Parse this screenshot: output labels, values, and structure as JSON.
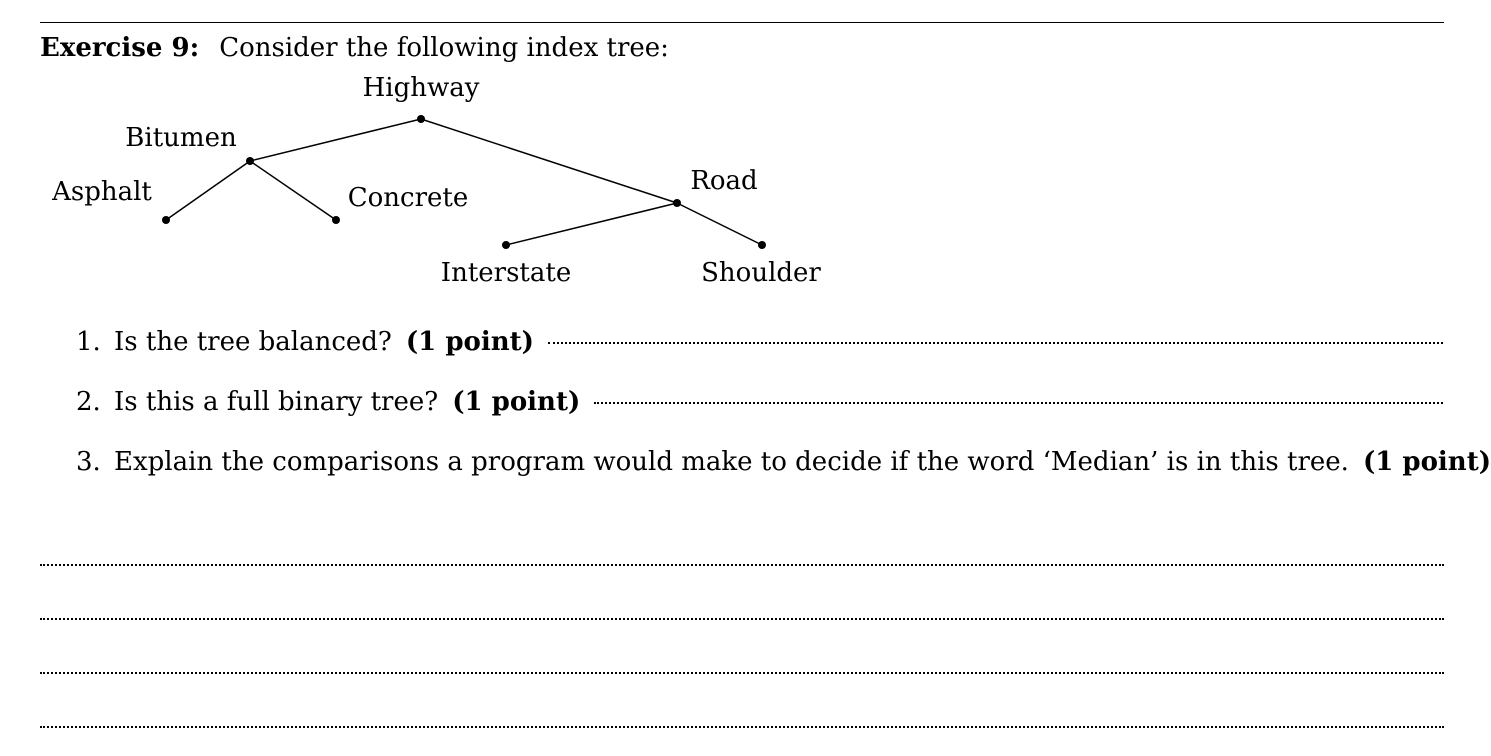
{
  "exercise": {
    "label": "Exercise 9:",
    "intro": "Consider the following index tree:"
  },
  "tree": {
    "nodes": [
      {
        "id": "highway",
        "label": "Highway"
      },
      {
        "id": "bitumen",
        "label": "Bitumen"
      },
      {
        "id": "road",
        "label": "Road"
      },
      {
        "id": "asphalt",
        "label": "Asphalt"
      },
      {
        "id": "concrete",
        "label": "Concrete"
      },
      {
        "id": "interstate",
        "label": "Interstate"
      },
      {
        "id": "shoulder",
        "label": "Shoulder"
      }
    ],
    "edges": [
      [
        "highway",
        "bitumen"
      ],
      [
        "highway",
        "road"
      ],
      [
        "bitumen",
        "asphalt"
      ],
      [
        "bitumen",
        "concrete"
      ],
      [
        "road",
        "interstate"
      ],
      [
        "road",
        "shoulder"
      ]
    ]
  },
  "questions": [
    {
      "number": "1.",
      "text": "Is the tree balanced?",
      "points": "(1 point)"
    },
    {
      "number": "2.",
      "text": "Is this a full binary tree?",
      "points": "(1 point)"
    },
    {
      "number": "3.",
      "text": "Explain the comparisons a program would make to decide if the word ‘Median’ is in this tree.",
      "points": "(1 point)"
    }
  ]
}
